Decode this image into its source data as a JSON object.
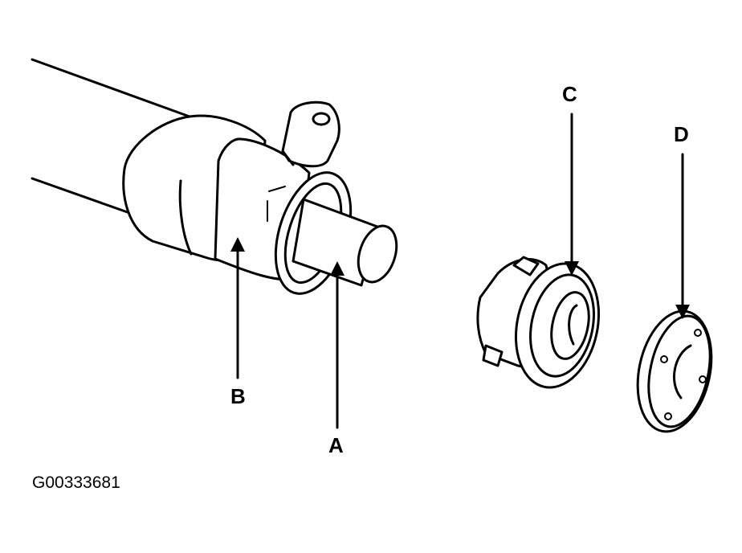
{
  "callouts": {
    "a": "A",
    "b": "B",
    "c": "C",
    "d": "D"
  },
  "figure_id": "G00333681"
}
